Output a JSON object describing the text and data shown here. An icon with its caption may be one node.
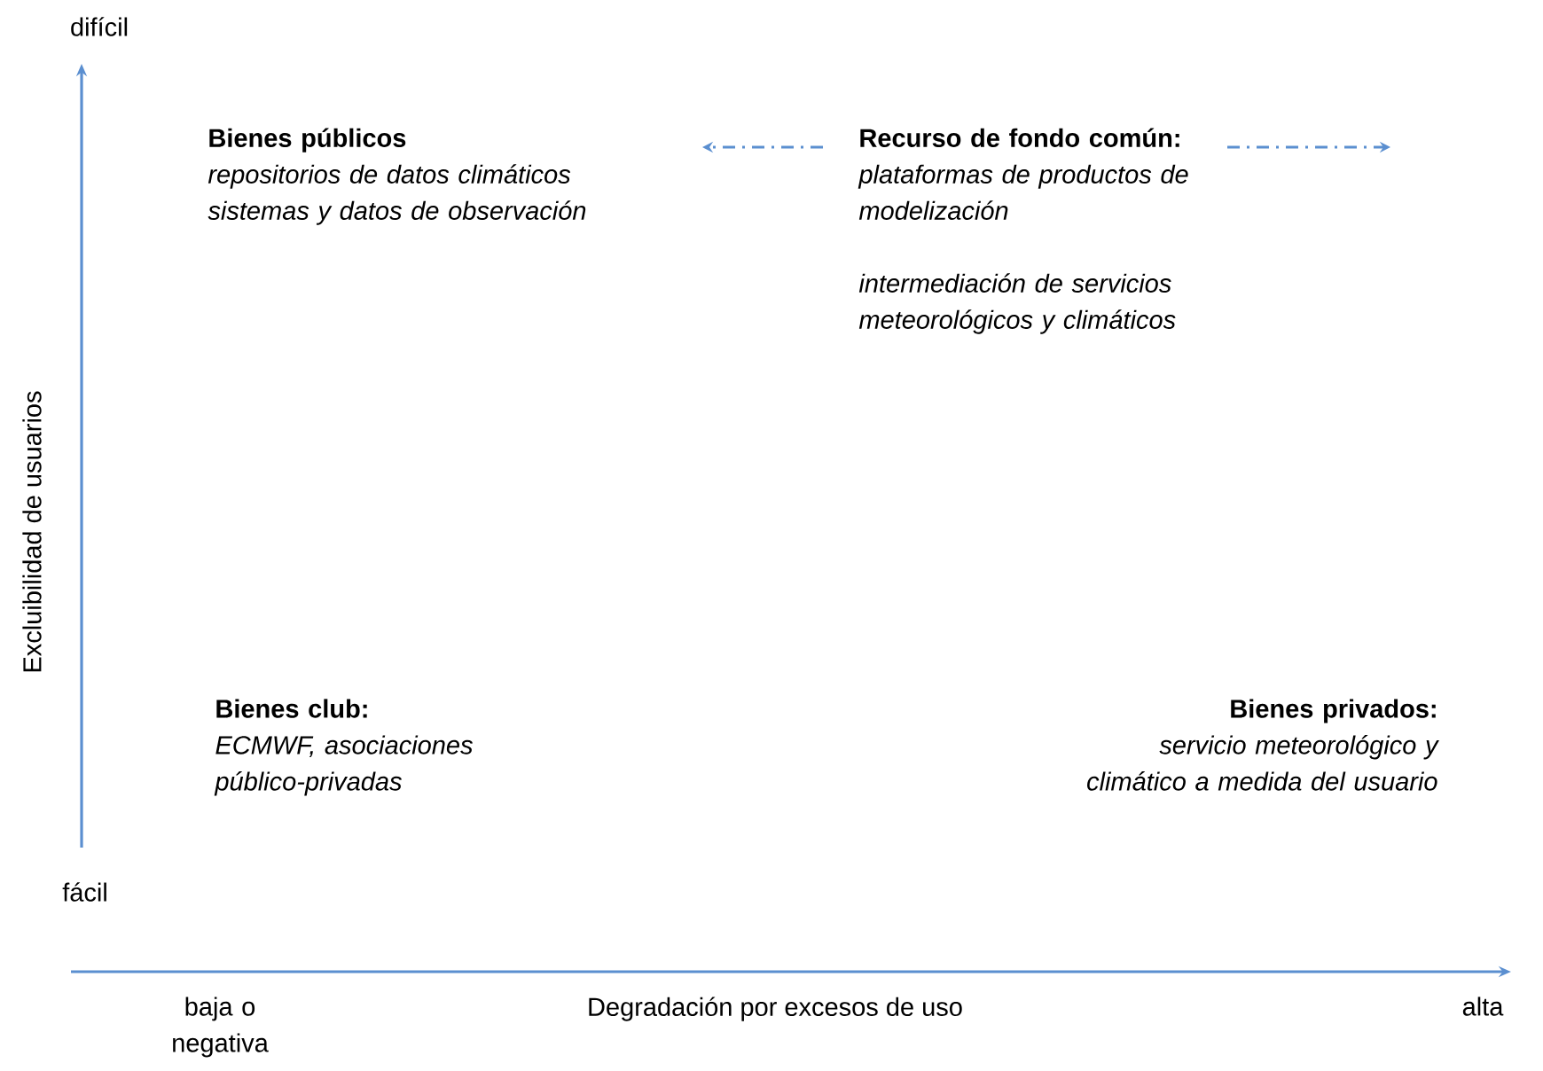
{
  "diagram": {
    "nodes": [
      {
        "text": [
          "Bienes públicos",
          "repositorios de datos climáticos sistemas y datos de observación"
        ]
      },
      {
        "text": [
          "Recurso de fondo común:",
          "plataformas de productos de modelización",
          "intermediación de servicios meteorológicos y climáticos"
        ]
      },
      {
        "text": [
          "Bienes club:",
          "ECMWF, asociaciones público-privadas"
        ]
      },
      {
        "text": [
          "Bienes privados:",
          "servicio meteorológico y climático a medida del usuario"
        ]
      }
    ],
    "edges": [
      {
        "from": 1,
        "to": null,
        "arrow": "to",
        "style": "dashed"
      },
      {
        "from": 1,
        "to": null,
        "arrow": "to",
        "style": "dashed"
      }
    ],
    "labels": [
      "difícil",
      "Excluibilidad de usuarios",
      "fácil",
      "baja o negativa",
      "Degradación por excesos de uso",
      "alta"
    ]
  }
}
